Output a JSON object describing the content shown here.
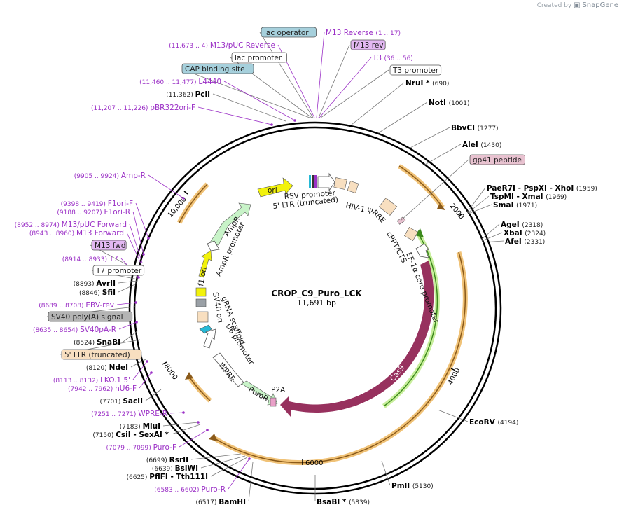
{
  "watermark": {
    "created_by": "Created by",
    "brand": "SnapGene"
  },
  "plasmid": {
    "name": "CROP_C9_Puro_LCK",
    "length_label": "11,691 bp",
    "length": 11691
  },
  "ticks": [
    "2000",
    "4000",
    "6000",
    "8000",
    "10,000"
  ],
  "outer_labels": [
    {
      "key": "lac_operator",
      "kind": "box",
      "text": "lac operator",
      "bg": "#a6d0dc"
    },
    {
      "key": "m13rev_coord",
      "kind": "feat",
      "text": "M13 Reverse",
      "coord": "(1 .. 17)"
    },
    {
      "key": "m13puc_rev",
      "kind": "feat",
      "text": "M13/pUC Reverse",
      "coord": "(11,673 .. 4)"
    },
    {
      "key": "m13_rev",
      "kind": "box",
      "text": "M13 rev",
      "bg": "#e3b8f2"
    },
    {
      "key": "lac_promoter",
      "kind": "box",
      "text": "lac promoter",
      "bg": "#ffffff"
    },
    {
      "key": "t3",
      "kind": "feat",
      "text": "T3",
      "coord": "(36 .. 56)"
    },
    {
      "key": "cap",
      "kind": "box",
      "text": "CAP binding site",
      "bg": "#a6d0dc"
    },
    {
      "key": "t3_promoter",
      "kind": "box",
      "text": "T3 promoter",
      "bg": "#ffffff"
    },
    {
      "key": "l4440",
      "kind": "feat",
      "text": "L4440",
      "coord": "(11,460 .. 11,477)"
    },
    {
      "key": "nrui",
      "kind": "enz",
      "text": "NruI *",
      "pos": "(690)"
    },
    {
      "key": "pcii",
      "kind": "enz",
      "text": "PciI",
      "pos": "(11,362)"
    },
    {
      "key": "pbr322",
      "kind": "feat",
      "text": "pBR322ori-F",
      "coord": "(11,207 .. 11,226)"
    },
    {
      "key": "noti",
      "kind": "enz",
      "text": "NotI",
      "pos": "(1001)"
    },
    {
      "key": "bbvci",
      "kind": "enz",
      "text": "BbvCI",
      "pos": "(1277)"
    },
    {
      "key": "alei",
      "kind": "enz",
      "text": "AleI",
      "pos": "(1430)"
    },
    {
      "key": "gp41",
      "kind": "box",
      "text": "gp41 peptide",
      "bg": "#e8c2d0"
    },
    {
      "key": "ampr_f",
      "kind": "feat",
      "text": "Amp-R",
      "coord": "(9905 .. 9924)"
    },
    {
      "key": "paer7i",
      "kind": "enz",
      "text": "PaeR7I  - PspXI  - XhoI",
      "pos": "(1959)"
    },
    {
      "key": "tspmi",
      "kind": "enz",
      "text": "TspMI  - XmaI",
      "pos": "(1969)"
    },
    {
      "key": "smai",
      "kind": "enz",
      "text": "SmaI",
      "pos": "(1971)"
    },
    {
      "key": "f1ori_f",
      "kind": "feat",
      "text": "F1ori-F",
      "coord": "(9398 .. 9419)"
    },
    {
      "key": "f1ori_r",
      "kind": "feat",
      "text": "F1ori-R",
      "coord": "(9188 .. 9207)"
    },
    {
      "key": "agei",
      "kind": "enz",
      "text": "AgeI",
      "pos": "(2318)"
    },
    {
      "key": "m13puc_fwd",
      "kind": "feat",
      "text": "M13/pUC Forward",
      "coord": "(8952 .. 8974)"
    },
    {
      "key": "xbai",
      "kind": "enz",
      "text": "XbaI",
      "pos": "(2324)"
    },
    {
      "key": "m13_forward",
      "kind": "feat",
      "text": "M13 Forward",
      "coord": "(8943 .. 8960)"
    },
    {
      "key": "afei",
      "kind": "enz",
      "text": "AfeI",
      "pos": "(2331)"
    },
    {
      "key": "m13_fwd",
      "kind": "box",
      "text": "M13 fwd",
      "bg": "#e3b8f2"
    },
    {
      "key": "t7",
      "kind": "feat",
      "text": "T7",
      "coord": "(8914 .. 8933)"
    },
    {
      "key": "t7_promoter",
      "kind": "box",
      "text": "T7 promoter",
      "bg": "#ffffff"
    },
    {
      "key": "avrii",
      "kind": "enz",
      "text": "AvrII",
      "pos": "(8893)"
    },
    {
      "key": "sfii",
      "kind": "enz",
      "text": "SfiI",
      "pos": "(8846)"
    },
    {
      "key": "ebv",
      "kind": "feat",
      "text": "EBV-rev",
      "coord": "(8689 .. 8708)"
    },
    {
      "key": "sv40pa",
      "kind": "box",
      "text": "SV40 poly(A) signal",
      "bg": "#b4b4b4"
    },
    {
      "key": "sv40pa_r",
      "kind": "feat",
      "text": "SV40pA-R",
      "coord": "(8635 .. 8654)"
    },
    {
      "key": "snabi",
      "kind": "enz",
      "text": "SnaBI",
      "pos": "(8524)"
    },
    {
      "key": "ltr5",
      "kind": "box",
      "text": "5' LTR (truncated)",
      "bg": "#f8dfc0"
    },
    {
      "key": "ndei",
      "kind": "enz",
      "text": "NdeI",
      "pos": "(8120)"
    },
    {
      "key": "lko",
      "kind": "feat",
      "text": "LKO.1 5'",
      "coord": "(8113 .. 8132)"
    },
    {
      "key": "hu6",
      "kind": "feat",
      "text": "hU6-F",
      "coord": "(7942 .. 7962)"
    },
    {
      "key": "sacii",
      "kind": "enz",
      "text": "SacII",
      "pos": "(7701)"
    },
    {
      "key": "wpre_r",
      "kind": "feat",
      "text": "WPRE-R",
      "coord": "(7251 .. 7271)"
    },
    {
      "key": "ecorv",
      "kind": "enz",
      "text": "EcoRV",
      "pos": "(4194)"
    },
    {
      "key": "mlui",
      "kind": "enz",
      "text": "MluI",
      "pos": "(7183)"
    },
    {
      "key": "csii",
      "kind": "enz",
      "text": "CsiI  - SexAI *",
      "pos": "(7150)"
    },
    {
      "key": "puro_f",
      "kind": "feat",
      "text": "Puro-F",
      "coord": "(7079 .. 7099)"
    },
    {
      "key": "rsrii",
      "kind": "enz",
      "text": "RsrII",
      "pos": "(6699)"
    },
    {
      "key": "bsiwi",
      "kind": "enz",
      "text": "BsiWI",
      "pos": "(6639)"
    },
    {
      "key": "pflfi",
      "kind": "enz",
      "text": "PflFI  - Tth111I",
      "pos": "(6625)"
    },
    {
      "key": "pmli",
      "kind": "enz",
      "text": "PmlI",
      "pos": "(5130)"
    },
    {
      "key": "puro_r",
      "kind": "feat",
      "text": "Puro-R",
      "coord": "(6583 .. 6602)"
    },
    {
      "key": "bamhi",
      "kind": "enz",
      "text": "BamHI",
      "pos": "(6517)"
    },
    {
      "key": "bsabi",
      "kind": "enz",
      "text": "BsaBI *",
      "pos": "(5839)"
    }
  ],
  "inner_labels": {
    "ori": "ori",
    "ampr": "AmpR",
    "ampr_promoter": "AmpR promoter",
    "f1ori": "f1 ori",
    "rsv": "RSV promoter",
    "ltr5t": "5' LTR (truncated)",
    "hiv": "HIV-1 Ψ",
    "rre": "RRE",
    "cppt": "cPPT/CTS",
    "ef1a": "EF-1α core promoter",
    "cas9": "Cas9",
    "p2a": "P2A",
    "puror": "PuroR",
    "wpre": "WPRE",
    "u6": "U6 promoter",
    "grna": "gRNA scaffold",
    "sv40ori": "SV40 ori"
  },
  "colors": {
    "feature_purple": "#9b30c6",
    "cas9": "#97315e",
    "orange_arc": "#f0c277",
    "green_arc": "#88c541",
    "ori": "#f2f20c",
    "ampr": "#c8f3c8"
  }
}
